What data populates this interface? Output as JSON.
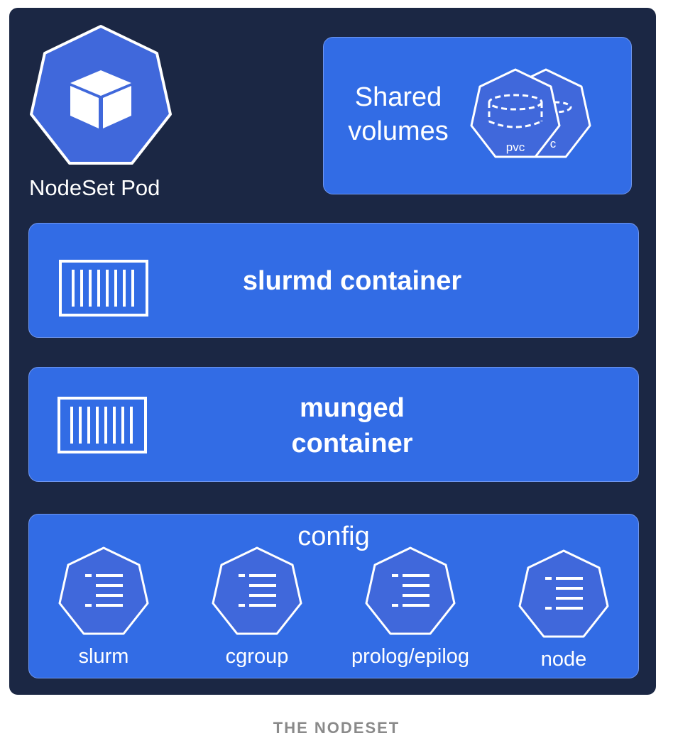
{
  "pod": {
    "label": "NodeSet Pod",
    "icon": "cube-icon"
  },
  "shared_volumes": {
    "label_line1": "Shared",
    "label_line2": "volumes",
    "pvc_front": "pvc",
    "pvc_back": "c"
  },
  "containers": [
    {
      "title_line1": "slurmd container",
      "title_line2": "",
      "icon": "container-icon"
    },
    {
      "title_line1": "munged",
      "title_line2": "container",
      "icon": "container-icon"
    }
  ],
  "config": {
    "title": "config",
    "items": [
      {
        "label": "slurm",
        "icon": "config-list-icon"
      },
      {
        "label": "cgroup",
        "icon": "config-list-icon"
      },
      {
        "label": "prolog/epilog",
        "icon": "config-list-icon"
      },
      {
        "label": "node",
        "icon": "config-list-icon"
      }
    ]
  },
  "caption": "THE NODESET",
  "colors": {
    "background": "#1b2744",
    "accent": "#326ce5",
    "icon_fill": "#4068db",
    "white": "#ffffff"
  }
}
